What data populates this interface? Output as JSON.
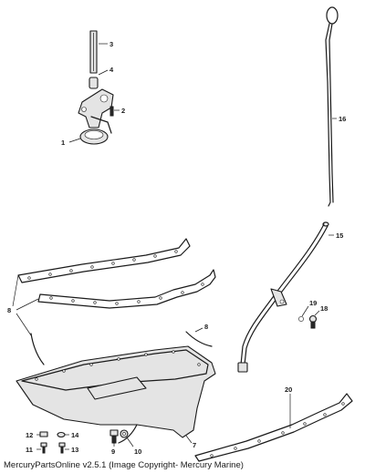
{
  "footer": {
    "text": "MercuryPartsOnline v2.5.1 (Image Copyright- Mercury Marine)"
  },
  "callouts": {
    "c1": "1",
    "c2": "2",
    "c3": "3",
    "c4": "4",
    "c7": "7",
    "c8a": "8",
    "c8b": "8",
    "c9": "9",
    "c10": "10",
    "c11": "11",
    "c12": "12",
    "c13": "13",
    "c14": "14",
    "c15": "15",
    "c16": "16",
    "c18": "18",
    "c19": "19",
    "c20": "20"
  },
  "colors": {
    "ink": "#1a1a1a",
    "background": "#ffffff"
  }
}
